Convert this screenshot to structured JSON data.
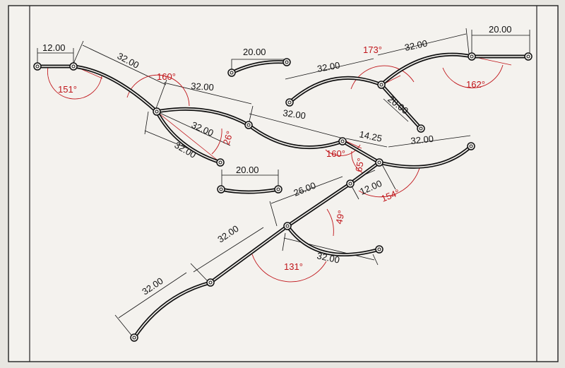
{
  "theme": {
    "background": "#e8e6e1",
    "paper": "#f4f2ee",
    "ink": "#111111",
    "angle_color": "#c0151a"
  },
  "dimensions": [
    "12.00",
    "32.00",
    "32.00",
    "32.00",
    "32.00",
    "32.00",
    "20.00",
    "20.00",
    "32.00",
    "20.00",
    "32.00",
    "20.00",
    "14.25",
    "12.00",
    "32.00",
    "26.00",
    "32.00",
    "32.00",
    "32.00"
  ],
  "angles": [
    "151°",
    "160°",
    "26°",
    "160°",
    "65°",
    "173°",
    "162°",
    "154°",
    "49°",
    "131°"
  ]
}
